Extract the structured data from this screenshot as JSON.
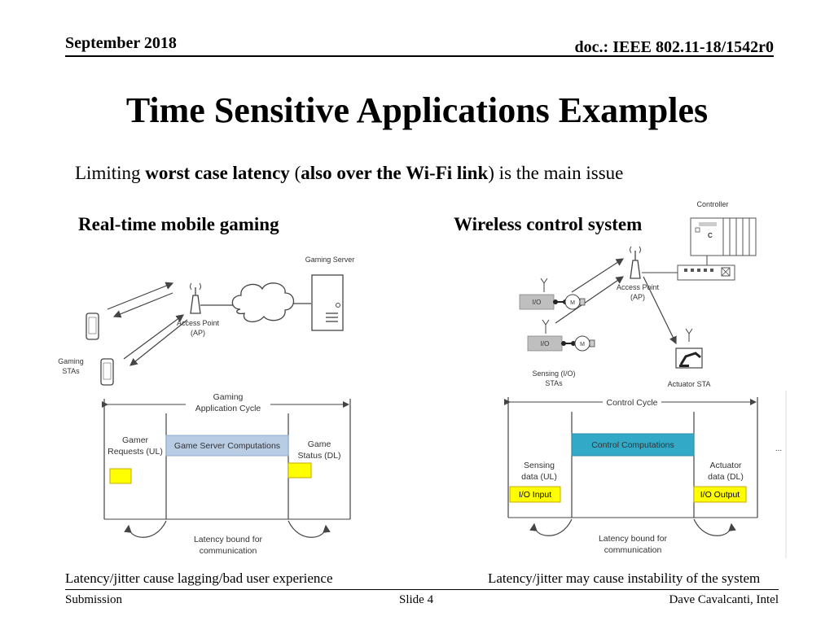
{
  "header": {
    "date": "September 2018",
    "doc_id": "doc.: IEEE 802.11-18/1542r0"
  },
  "title": "Time Sensitive Applications Examples",
  "subtitle": {
    "pre": "Limiting ",
    "b1": "worst case latency",
    "mid1": " (",
    "b2": "also over the Wi-Fi link",
    "post": ") is the main issue"
  },
  "gaming": {
    "heading": "Real-time mobile gaming",
    "server": "Gaming Server",
    "ap1": "Access Point",
    "ap2": "(AP)",
    "stas1": "Gaming",
    "stas2": "STAs",
    "cycle1": "Gaming",
    "cycle2": "Application Cycle",
    "req1": "Gamer",
    "req2": "Requests (UL)",
    "comp": "Game Server Computations",
    "status1": "Game",
    "status2": "Status (DL)",
    "latency1": "Latency bound for",
    "latency2": "communication",
    "caption": "Latency/jitter cause lagging/bad user experience"
  },
  "control": {
    "heading": "Wireless control system",
    "controller": "Controller",
    "ap1": "Access Point",
    "ap2": "(AP)",
    "io": "I/O",
    "motor": "M",
    "plc": "C",
    "sensing1": "Sensing (I/O)",
    "sensing2": "STAs",
    "actuator": "Actuator STA",
    "cycle": "Control Cycle",
    "comp": "Control Computations",
    "sdata1": "Sensing",
    "sdata2": "data (UL)",
    "adata1": "Actuator",
    "adata2": "data (DL)",
    "in": "I/O Input",
    "out": "I/O Output",
    "dots": "...",
    "latency1": "Latency bound for",
    "latency2": "communication",
    "caption": "Latency/jitter may cause instability of the system"
  },
  "footer": {
    "left": "Submission",
    "center": "Slide 4",
    "right": "Dave Cavalcanti, Intel"
  },
  "colors": {
    "server_box": "#b8cce4",
    "control_box": "#31a9c7",
    "yellow": "#ffff00"
  }
}
